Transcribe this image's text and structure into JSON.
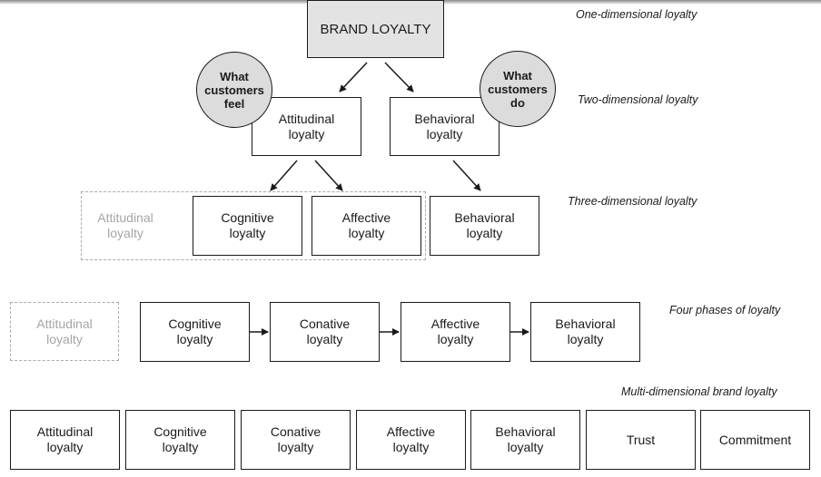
{
  "diagram": {
    "levels": [
      "One-dimensional loyalty",
      "Two-dimensional loyalty",
      "Three-dimensional loyalty",
      "Four phases of loyalty",
      "Multi-dimensional brand loyalty"
    ],
    "one_dimensional": {
      "root": "BRAND LOYALTY"
    },
    "two_dimensional": {
      "attitudinal": "Attitudinal\nloyalty",
      "behavioral": "Behavioral\nloyalty",
      "feel_circle": "What\ncustomers\nfeel",
      "do_circle": "What\ncustomers\ndo"
    },
    "three_dimensional": {
      "group_label": "Attitudinal\nloyalty",
      "cognitive": "Cognitive\nloyalty",
      "affective": "Affective\nloyalty",
      "behavioral": "Behavioral\nloyalty"
    },
    "four_phases": {
      "ghost": "Attitudinal\nloyalty",
      "phases": [
        "Cognitive\nloyalty",
        "Conative\nloyalty",
        "Affective\nloyalty",
        "Behavioral\nloyalty"
      ]
    },
    "multi_dimensional": {
      "items": [
        "Attitudinal\nloyalty",
        "Cognitive\nloyalty",
        "Conative\nloyalty",
        "Affective\nloyalty",
        "Behavioral\nloyalty",
        "Trust",
        "Commitment"
      ]
    },
    "colors": {
      "root_fill": "#e3e3e3",
      "circle_fill": "#dcdcdc",
      "ghost_text": "#a5a5a5",
      "ghost_border": "#aaaaaa",
      "stroke": "#1a1a1a"
    }
  }
}
